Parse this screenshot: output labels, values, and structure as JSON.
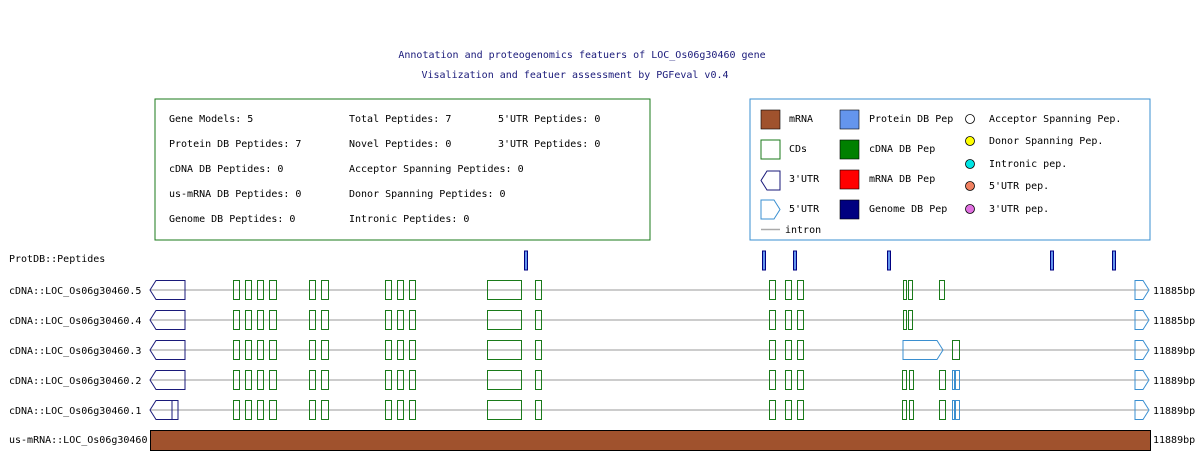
{
  "header": {
    "title": "Annotation and proteogenomics featuers of LOC_Os06g30460 gene",
    "subtitle": "Visalization and featuer assessment by PGFeval v0.4"
  },
  "stats": {
    "gene_models": "Gene Models: 5",
    "protein_db": "Protein DB Peptides: 7",
    "cdna_db": "cDNA DB Peptides: 0",
    "us_mrna_db": "us-mRNA DB Peptides: 0",
    "genome_db": "Genome DB Peptides: 0",
    "total": "Total Peptides: 7",
    "novel": "Novel Peptides: 0",
    "acceptor": "Acceptor Spanning Peptides: 0",
    "donor": "Donor Spanning Peptides: 0",
    "intronic": "Intronic Peptides: 0",
    "utr5": "5'UTR Peptides: 0",
    "utr3": "3'UTR Peptides: 0"
  },
  "legend": {
    "mrna": "mRNA",
    "cds": "CDs",
    "utr3": "3'UTR",
    "utr5": "5'UTR",
    "intron": "intron",
    "protein_db_pep": "Protein DB Pep",
    "cdna_db_pep": "cDNA DB Pep",
    "mrna_db_pep": "mRNA DB Pep",
    "genome_db_pep": "Genome DB Pep",
    "acceptor_pep": "Acceptor Spanning Pep.",
    "donor_pep": "Donor Spanning Pep.",
    "intronic_pep": "Intronic pep.",
    "utr5_pep": "5'UTR pep.",
    "utr3_pep": "3'UTR pep.",
    "colors": {
      "mrna": "#a0522d",
      "cds": "#1a7a1a",
      "utr": "#1a1a7a",
      "utr5": "#3a8fd0",
      "protein_db": "#6495ed",
      "cdna_db": "#008000",
      "mrna_db": "#ff0000",
      "genome_db": "#000080",
      "acceptor": "#ffffff",
      "donor": "#ffff00",
      "intronic": "#00e5e5",
      "utr5_pep": "#f08060",
      "utr3_pep": "#e070e0",
      "intron": "#bbbbbb"
    }
  },
  "tracks": {
    "peptides_label": "ProtDB::Peptides",
    "rows": [
      {
        "label": "cDNA::LOC_Os06g30460.5",
        "length": "11885bp"
      },
      {
        "label": "cDNA::LOC_Os06g30460.4",
        "length": "11885bp"
      },
      {
        "label": "cDNA::LOC_Os06g30460.3",
        "length": "11889bp"
      },
      {
        "label": "cDNA::LOC_Os06g30460.2",
        "length": "11889bp"
      },
      {
        "label": "cDNA::LOC_Os06g30460.1",
        "length": "11889bp"
      }
    ],
    "mrna": {
      "label": "us-mRNA::LOC_Os06g30460",
      "length": "11889bp"
    }
  }
}
